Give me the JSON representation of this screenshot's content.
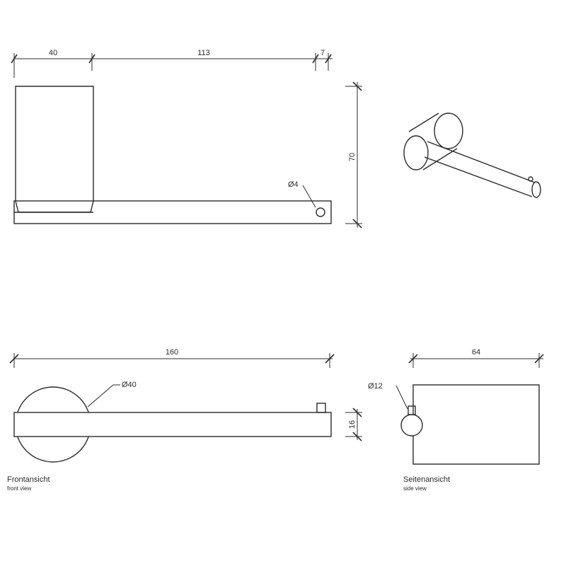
{
  "top_view": {
    "dim_cup_width": "40",
    "dim_arm_length": "113",
    "dim_tip": "7",
    "dim_height": "70",
    "dim_hole": "Ø4"
  },
  "front_view": {
    "dim_total_length": "160",
    "dim_rosette": "Ø40",
    "dim_bar_height": "16",
    "label": "Frontansicht",
    "label_en": "front view"
  },
  "side_view": {
    "dim_depth": "64",
    "dim_bar": "Ø12",
    "label": "Seitenansicht",
    "label_en": "side view"
  }
}
